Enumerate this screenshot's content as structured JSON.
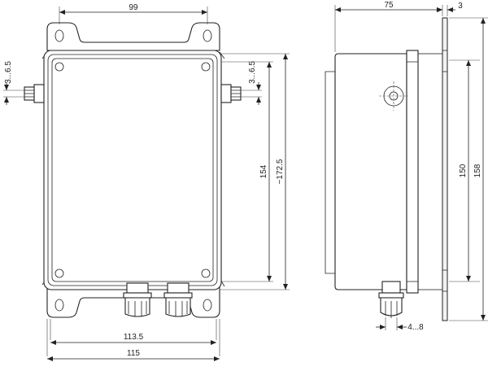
{
  "dimensions": {
    "front_top_width": "99",
    "front_left_gland": "3...6.5",
    "front_right_gland": "3...6.5",
    "front_inner_height": "154",
    "front_total_height": "~172.5",
    "front_inner_width": "113.5",
    "front_total_width": "115",
    "side_depth": "75",
    "side_plate": "3",
    "side_hole_spacing": "150",
    "side_total_height": "158",
    "side_gland": "4...8"
  }
}
